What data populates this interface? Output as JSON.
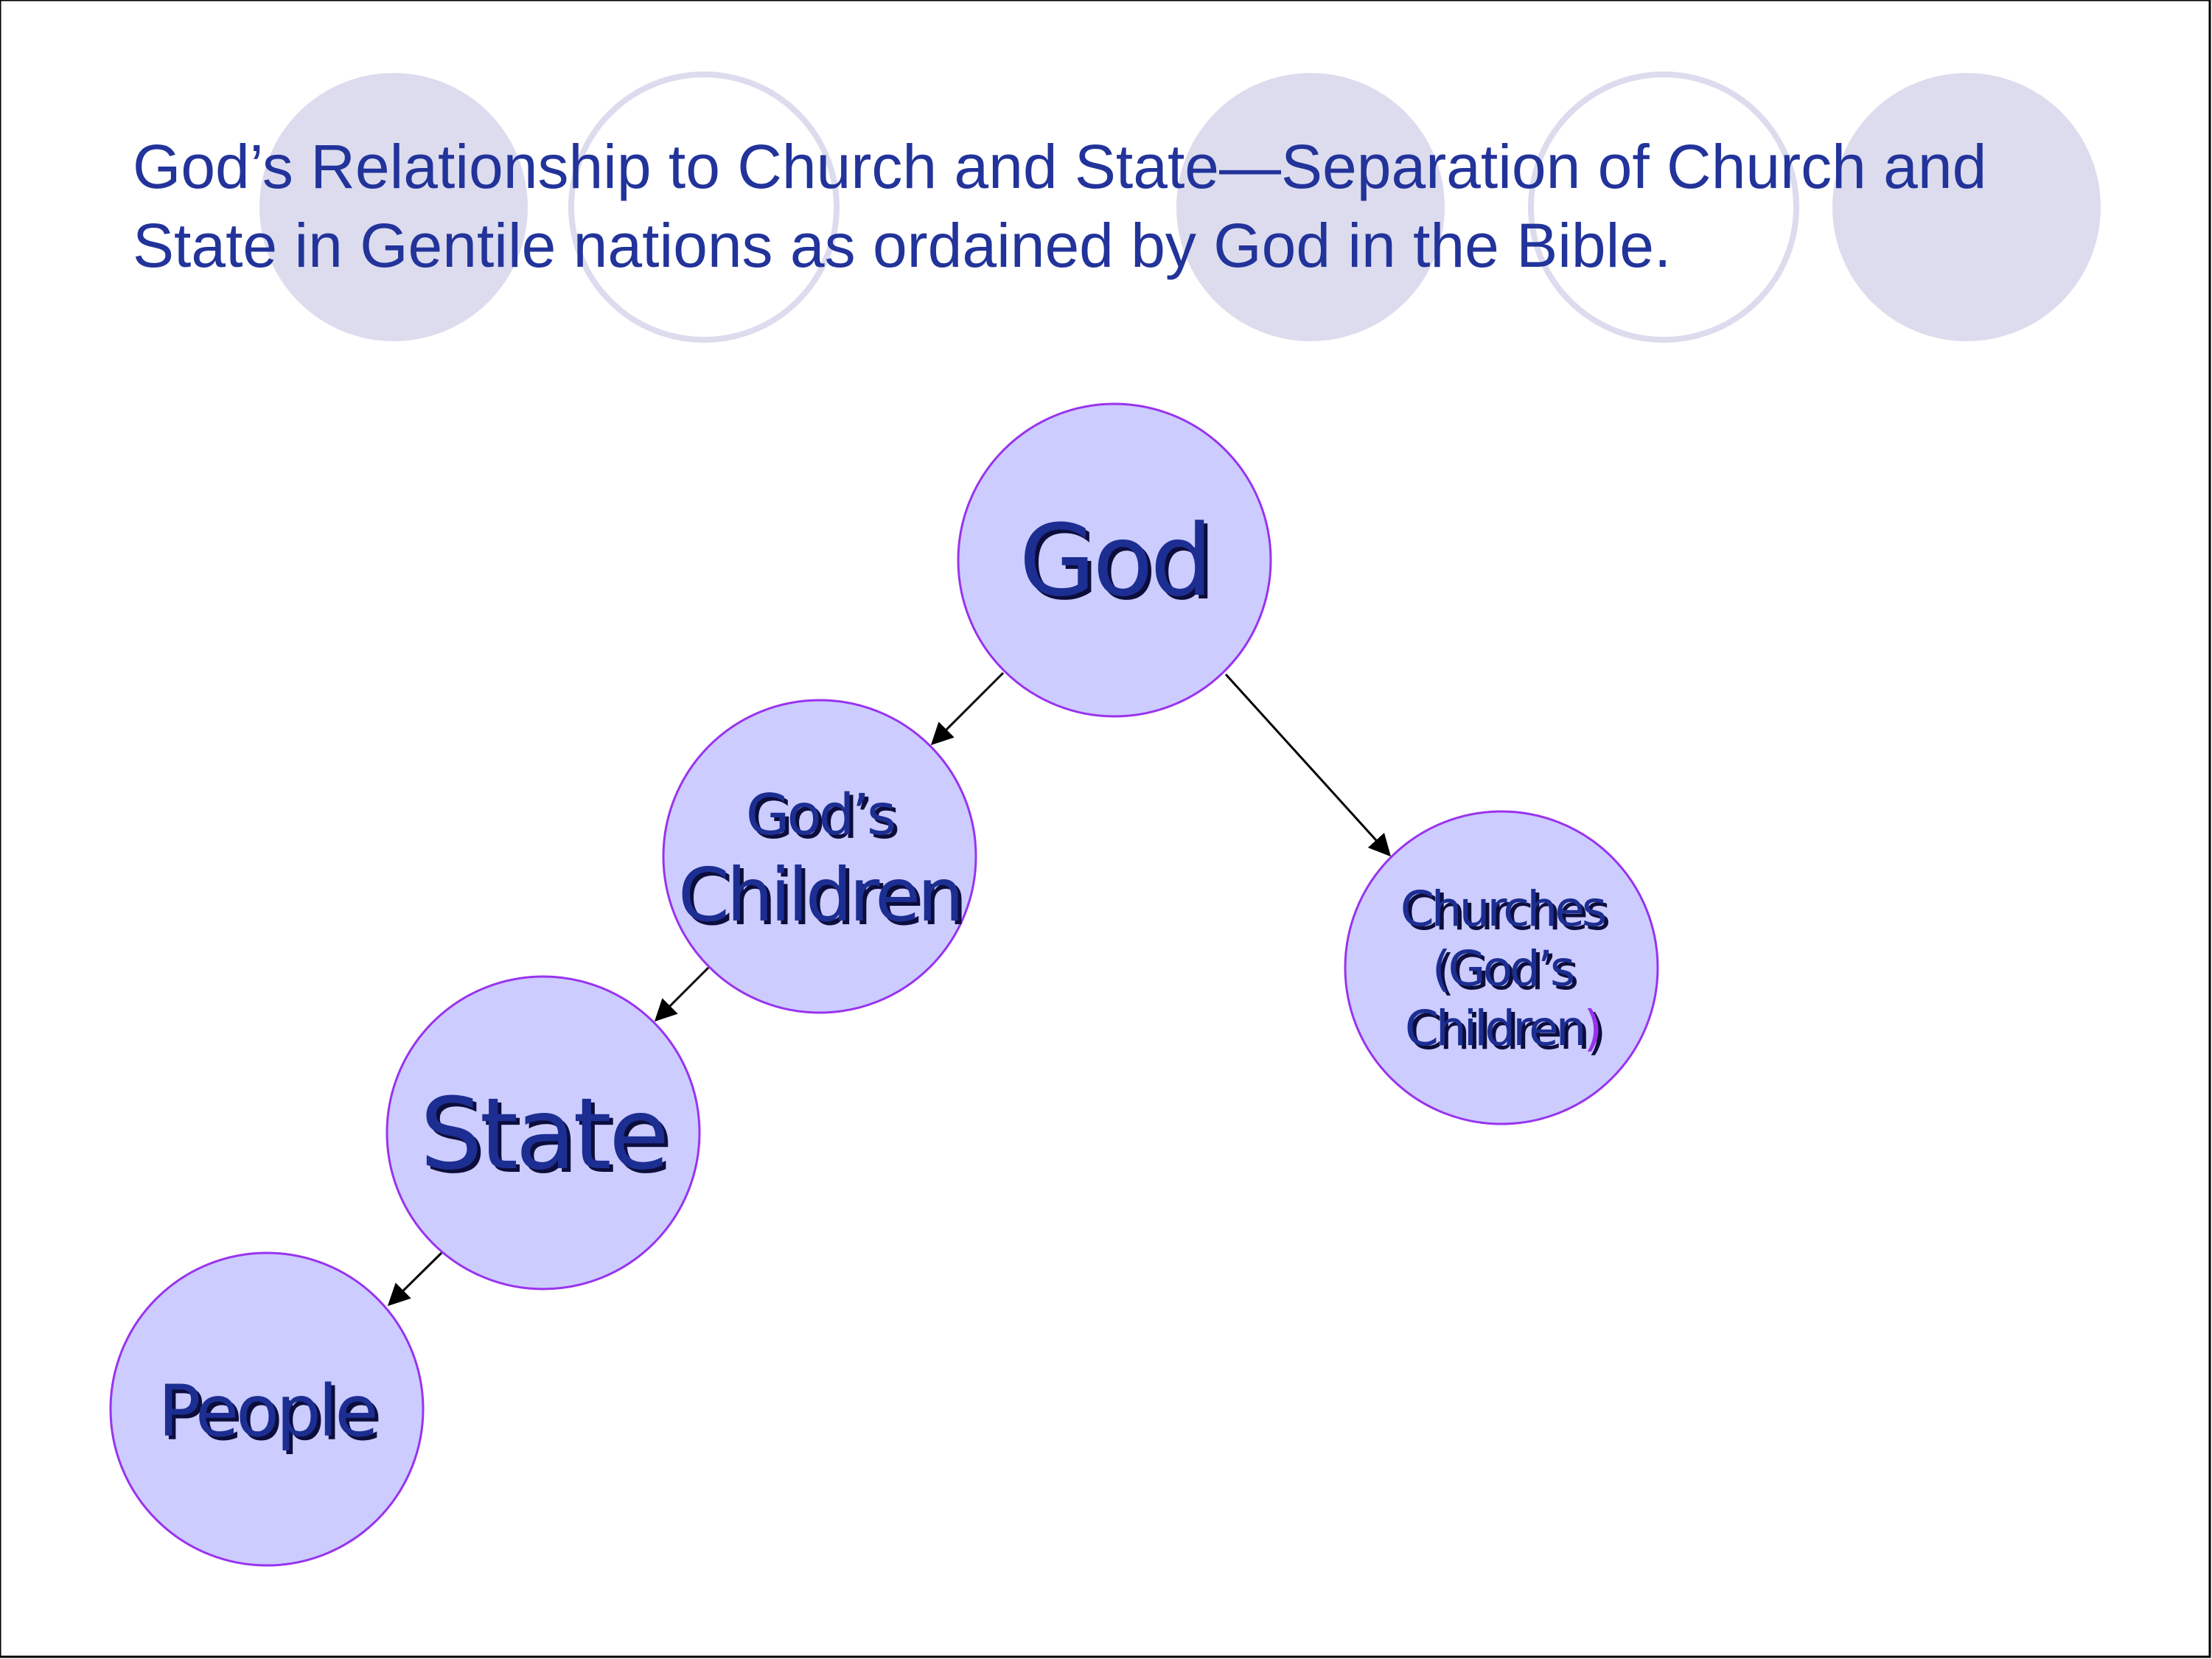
{
  "title": {
    "line1": "God’s Relationship to Church and State—Separation of Church and",
    "line2": "State in Gentile nations as ordained by God in the Bible."
  },
  "nodes": {
    "god": {
      "label": "God"
    },
    "children": {
      "line1": "God’s",
      "line2": "Children"
    },
    "state": {
      "label": "State"
    },
    "people": {
      "label": "People"
    },
    "churches": {
      "line1": "Churches",
      "line2": "(God’s",
      "line3": "Children",
      "line3_paren": ")"
    }
  },
  "colors": {
    "node_fill": "#ccccff",
    "node_stroke": "#9933ee",
    "text": "#1f2f92",
    "decor": "#dcdcee"
  }
}
